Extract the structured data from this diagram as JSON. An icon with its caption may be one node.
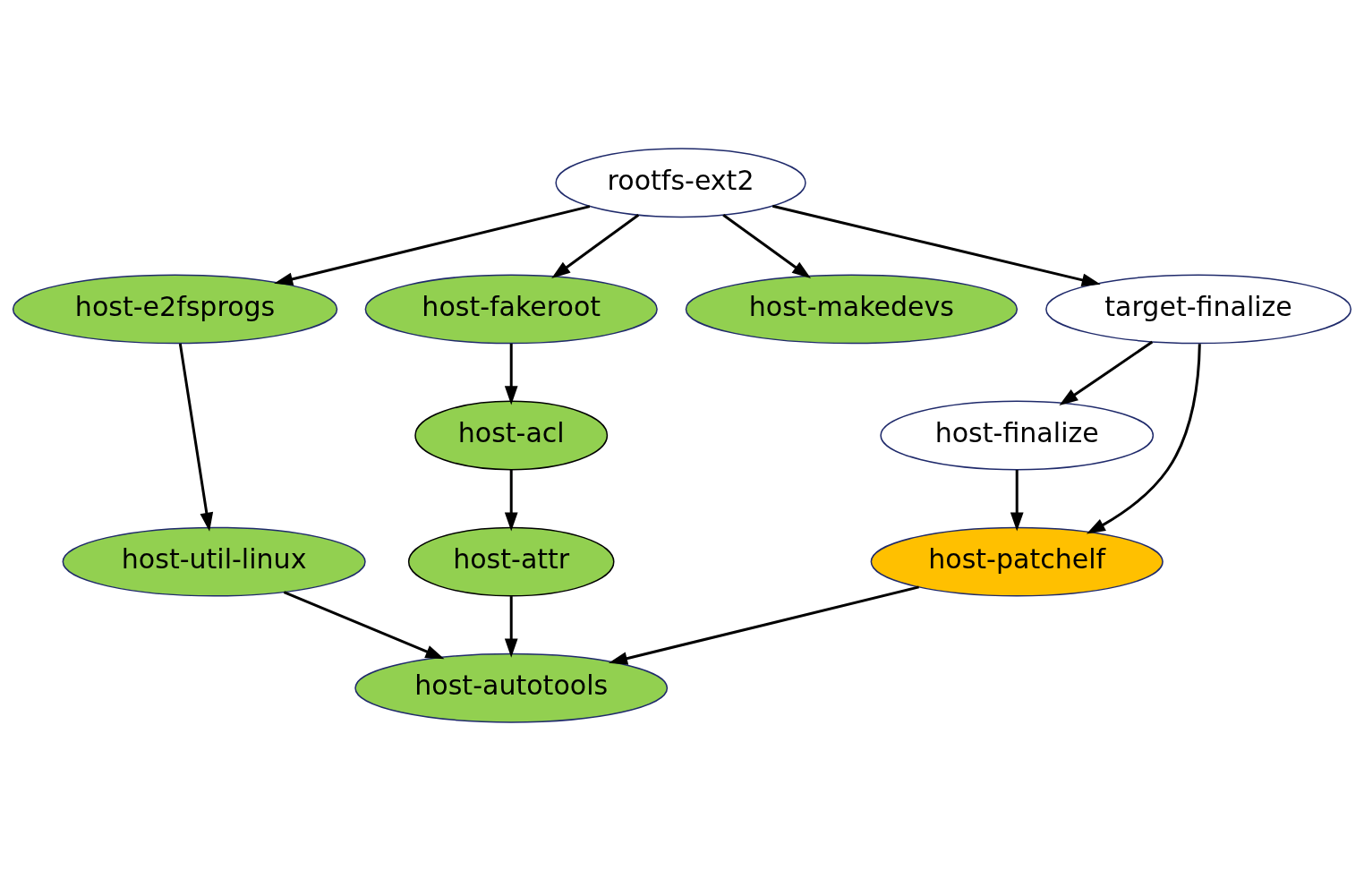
{
  "diagram": {
    "nodes": [
      {
        "text": [
          "rootfs-ext2"
        ]
      },
      {
        "text": [
          "host-e2fsprogs"
        ]
      },
      {
        "text": [
          "host-fakeroot"
        ]
      },
      {
        "text": [
          "host-makedevs"
        ]
      },
      {
        "text": [
          "target-finalize"
        ]
      },
      {
        "text": [
          "host-util-linux"
        ]
      },
      {
        "text": [
          "host-acl"
        ]
      },
      {
        "text": [
          "host-finalize"
        ]
      },
      {
        "text": [
          "host-attr"
        ]
      },
      {
        "text": [
          "host-patchelf"
        ]
      },
      {
        "text": [
          "host-autotools"
        ]
      }
    ],
    "edges": [
      {
        "from": 0,
        "to": 1,
        "arrow": "to"
      },
      {
        "from": 0,
        "to": 2,
        "arrow": "to"
      },
      {
        "from": 0,
        "to": 3,
        "arrow": "to"
      },
      {
        "from": 0,
        "to": 4,
        "arrow": "to"
      },
      {
        "from": 1,
        "to": 5,
        "arrow": "to"
      },
      {
        "from": 2,
        "to": 6,
        "arrow": "to"
      },
      {
        "from": 4,
        "to": 9,
        "arrow": "to"
      },
      {
        "from": 4,
        "to": 7,
        "arrow": "to"
      },
      {
        "from": 6,
        "to": 8,
        "arrow": "to"
      },
      {
        "from": 7,
        "to": 9,
        "arrow": "to"
      },
      {
        "from": 5,
        "to": 10,
        "arrow": "to"
      },
      {
        "from": 8,
        "to": 10,
        "arrow": "to"
      },
      {
        "from": 9,
        "to": 10,
        "arrow": "to"
      }
    ]
  }
}
